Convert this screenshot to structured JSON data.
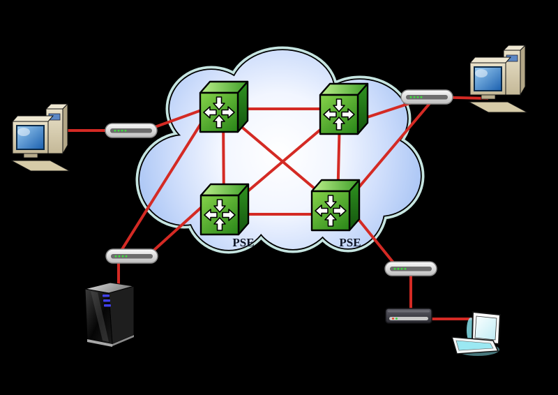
{
  "diagram": {
    "kind": "packet-switched-network-topology",
    "labels": {
      "pse_left": "PSE",
      "pse_right": "PSE"
    },
    "colors": {
      "background": "#000000",
      "link_red": "#d42a24",
      "cloud_edge_blue": "#a8c4f4",
      "cloud_center": "#ffffff",
      "cloud_outline": "#000000",
      "cloud_halo": "#c6e5e1",
      "router_green": "#3f9e28",
      "modem_body": "#d8d8d8",
      "modem_bar": "#6d6d6d",
      "led_green": "#3ede3e",
      "label_text": "#0e1424"
    },
    "nodes": [
      {
        "id": "pc-left",
        "kind": "desktop-computer"
      },
      {
        "id": "modem-left",
        "kind": "modem"
      },
      {
        "id": "router-top-left",
        "kind": "packet-switch-router"
      },
      {
        "id": "router-top-right",
        "kind": "packet-switch-router"
      },
      {
        "id": "router-bottom-left",
        "kind": "packet-switch-router",
        "label": "PSE"
      },
      {
        "id": "router-bottom-right",
        "kind": "packet-switch-router",
        "label": "PSE"
      },
      {
        "id": "modem-top-right",
        "kind": "modem"
      },
      {
        "id": "pc-right",
        "kind": "desktop-computer"
      },
      {
        "id": "modem-bottom-left",
        "kind": "modem"
      },
      {
        "id": "server",
        "kind": "server-tower"
      },
      {
        "id": "modem-bottom-right",
        "kind": "modem"
      },
      {
        "id": "switch",
        "kind": "ethernet-switch"
      },
      {
        "id": "workstation",
        "kind": "lcd-workstation"
      }
    ],
    "links": [
      {
        "from": "pc-left",
        "to": "modem-left"
      },
      {
        "from": "modem-left",
        "to": "router-top-left"
      },
      {
        "from": "modem-bottom-left",
        "to": "router-top-left"
      },
      {
        "from": "modem-bottom-left",
        "to": "router-bottom-left"
      },
      {
        "from": "modem-bottom-left",
        "to": "server"
      },
      {
        "from": "modem-top-right",
        "to": "pc-right"
      },
      {
        "from": "modem-top-right",
        "to": "router-top-right"
      },
      {
        "from": "modem-top-right",
        "to": "router-bottom-right"
      },
      {
        "from": "modem-bottom-right",
        "to": "router-bottom-right"
      },
      {
        "from": "modem-bottom-right",
        "to": "switch"
      },
      {
        "from": "switch",
        "to": "workstation"
      },
      {
        "from": "router-top-left",
        "to": "router-top-right"
      },
      {
        "from": "router-top-left",
        "to": "router-bottom-left"
      },
      {
        "from": "router-top-left",
        "to": "router-bottom-right"
      },
      {
        "from": "router-top-right",
        "to": "router-bottom-left"
      },
      {
        "from": "router-top-right",
        "to": "router-bottom-right"
      },
      {
        "from": "router-bottom-left",
        "to": "router-bottom-right"
      }
    ]
  }
}
